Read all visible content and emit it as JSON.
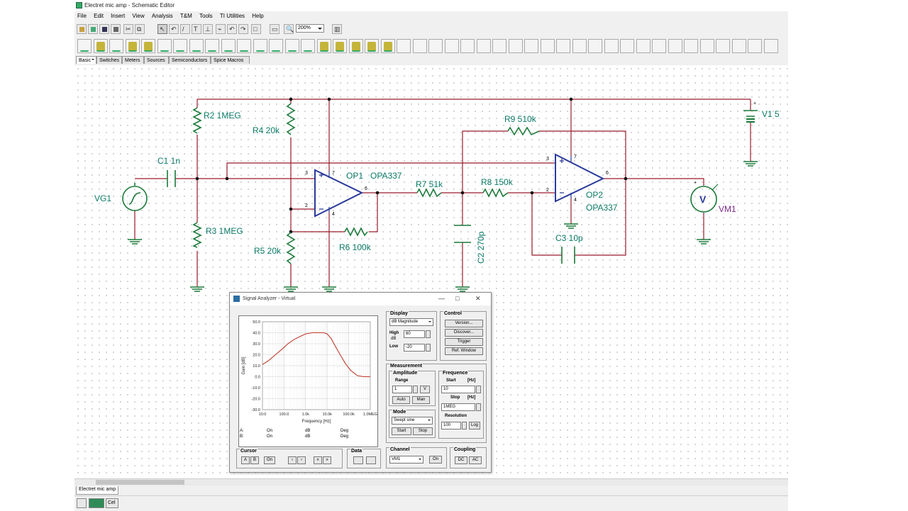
{
  "window": {
    "title": "Electret mic amp - Schematic Editor"
  },
  "menu": [
    "File",
    "Edit",
    "Insert",
    "View",
    "Analysis",
    "T&M",
    "Tools",
    "TI Utilities",
    "Help"
  ],
  "toolbar": {
    "zoom": "200%"
  },
  "component_tabs": [
    "Basic",
    "Switches",
    "Meters",
    "Sources",
    "Semiconductors",
    "Spice Macros"
  ],
  "schematic": {
    "labels": {
      "r2": "R2 1MEG",
      "r4": "R4 20k",
      "c1": "C1 1n",
      "vg1": "VG1",
      "op1": "OP1",
      "op1_model": "OPA337",
      "r3": "R3 1MEG",
      "r5": "R5 20k",
      "r6": "R6 100k",
      "r7": "R7 51k",
      "r8": "R8 150k",
      "r9": "R9 510k",
      "c2": "C2 270p",
      "c3": "C3 10p",
      "op2": "OP2",
      "op2_model": "OPA337",
      "v1": "V1 5",
      "vm1": "VM1"
    }
  },
  "document_tab": "Electret mic amp",
  "status_bar": [
    "Cel"
  ],
  "dialog": {
    "title": "Signal Analyzer - Virtual",
    "display": {
      "title": "Display",
      "mode": "dB Magnitude",
      "high_label": "High",
      "high_unit": "dB",
      "high_value": "60",
      "low_label": "Low",
      "low_value": "-20"
    },
    "control": {
      "title": "Control",
      "buttons": [
        "Version...",
        "Discover...",
        "Trigger",
        "Ref. Window"
      ]
    },
    "measurement": {
      "title": "Measurement",
      "amplitude": {
        "title": "Amplitude",
        "range_label": "Range",
        "range_value": "1",
        "unit": "V",
        "auto": "Auto",
        "man": "Man"
      },
      "mode": {
        "title": "Mode",
        "value": "Swept sine",
        "start": "Start",
        "stop": "Stop"
      },
      "frequency": {
        "title": "Frequence",
        "start_label": "Start",
        "start_unit": "[Hz]",
        "start_value": "10",
        "stop_label": "Stop",
        "stop_unit": "[Hz]",
        "stop_value": "1MEG",
        "resolution_label": "Resolution",
        "resolution_value": "100",
        "log": "Log"
      }
    },
    "cursor": {
      "title": "Cursor",
      "buttons": [
        "A",
        "B",
        "On",
        "‹",
        "›",
        "«",
        "»"
      ]
    },
    "data": {
      "title": "Data"
    },
    "channel": {
      "title": "Channel",
      "value": "VM1",
      "on": "On"
    },
    "coupling": {
      "title": "Coupling",
      "dc": "DC",
      "ac": "AC"
    },
    "readouts": {
      "a": "A:",
      "b": "B:",
      "a_on": "On",
      "b_on": "On",
      "a_db": "dB",
      "b_db": "dB",
      "a_deg": "Deg",
      "b_deg": "Deg"
    }
  },
  "chart_data": {
    "type": "line",
    "title": "",
    "xlabel": "Frequency [Hz]",
    "ylabel": "Gain [dB]",
    "x_scale": "log",
    "xlim": [
      10,
      1000000
    ],
    "ylim": [
      -30,
      50
    ],
    "x_ticks": [
      "10.0",
      "100.0",
      "1.0k",
      "10.0k",
      "100.0k",
      "1.0MEG"
    ],
    "y_ticks": [
      "50.0",
      "40.0",
      "30.0",
      "20.0",
      "10.0",
      "0.0",
      "-10.0",
      "-20.0",
      "-30.0"
    ],
    "grid": true,
    "series": [
      {
        "color": "#c0392b",
        "x": [
          10,
          20,
          40,
          80,
          150,
          300,
          600,
          1000,
          2000,
          4000,
          7000,
          10000,
          15000,
          25000,
          40000,
          70000,
          120000,
          250000,
          500000,
          1000000
        ],
        "values": [
          11,
          15,
          20,
          25,
          30,
          34,
          37,
          39,
          40,
          40,
          40,
          39,
          35,
          27,
          20,
          12,
          6,
          1,
          0,
          0
        ]
      }
    ]
  }
}
